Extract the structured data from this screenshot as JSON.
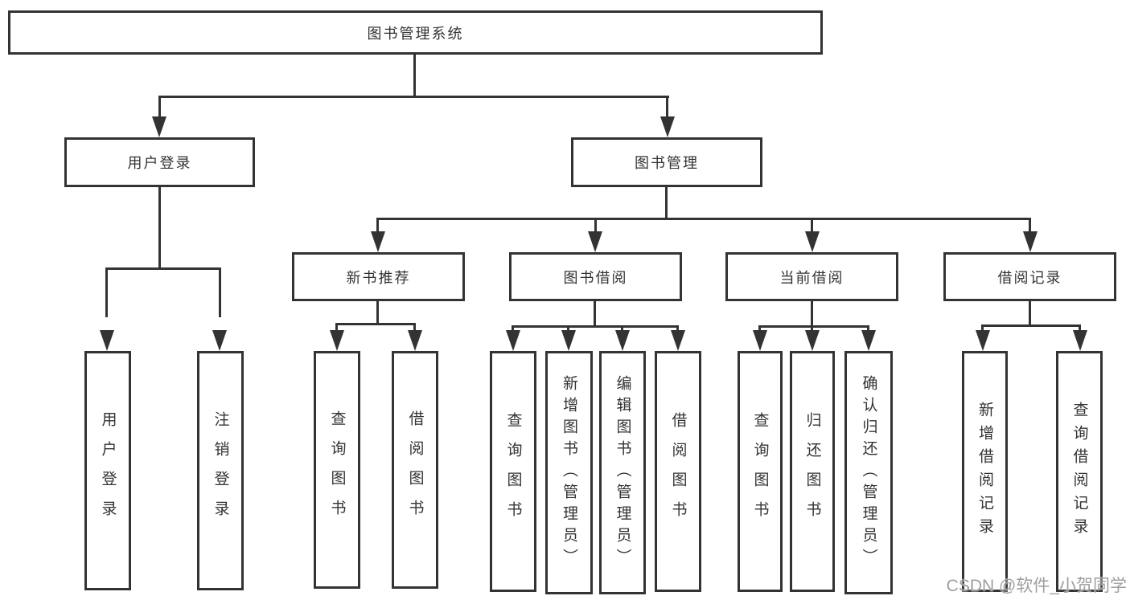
{
  "colors": {
    "line": "#333333",
    "box_border": "#333333",
    "text": "#333333",
    "watermark_text": "#9e9e9e",
    "background": "#ffffff"
  },
  "watermark": {
    "text": "CSDN @软件_小贺同学"
  },
  "tree": {
    "root": {
      "label": "图书管理系统",
      "children": [
        {
          "label": "用户登录",
          "children": [
            {
              "label": "用户登录"
            },
            {
              "label": "注销登录"
            }
          ]
        },
        {
          "label": "图书管理",
          "children": [
            {
              "label": "新书推荐",
              "children": [
                {
                  "label": "查询图书"
                },
                {
                  "label": "借阅图书"
                }
              ]
            },
            {
              "label": "图书借阅",
              "children": [
                {
                  "label": "查询图书"
                },
                {
                  "label": "新增图书（管理员）"
                },
                {
                  "label": "编辑图书（管理员）"
                },
                {
                  "label": "借阅图书"
                }
              ]
            },
            {
              "label": "当前借阅",
              "children": [
                {
                  "label": "查询图书"
                },
                {
                  "label": "归还图书"
                },
                {
                  "label": "确认归还（管理员）"
                }
              ]
            },
            {
              "label": "借阅记录",
              "children": [
                {
                  "label": "新增借阅记录"
                },
                {
                  "label": "查询借阅记录"
                }
              ]
            }
          ]
        }
      ]
    }
  }
}
